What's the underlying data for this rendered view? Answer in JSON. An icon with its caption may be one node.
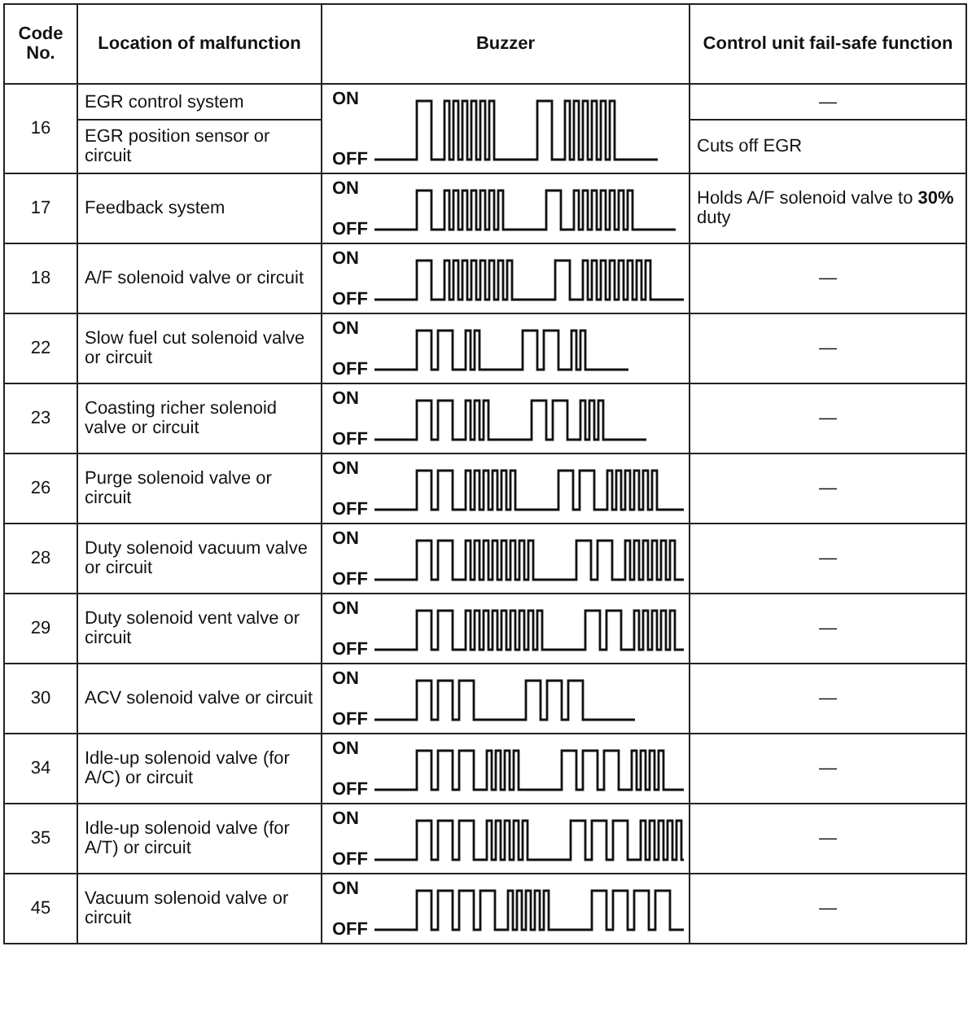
{
  "diagram": {
    "labels": [
      "Code No.",
      "Location of malfunction",
      "Buzzer",
      "Control unit fail-safe function",
      "16",
      "EGR control system",
      "ON",
      "OFF",
      "—",
      "EGR position sensor or circuit",
      "Cuts off EGR",
      "17",
      "Feedback system",
      "ON",
      "OFF",
      "Holds A/F solenoid valve to **30%** duty",
      "18",
      "A/F solenoid valve or circuit",
      "ON",
      "OFF",
      "—",
      "22",
      "Slow fuel cut solenoid valve or circuit",
      "ON",
      "OFF",
      "—",
      "23",
      "Coasting richer solenoid valve or circuit",
      "ON",
      "OFF",
      "—",
      "26",
      "Purge solenoid valve or circuit",
      "ON",
      "OFF",
      "—",
      "28",
      "Duty solenoid vacuum valve or circuit",
      "ON",
      "OFF",
      "—",
      "29",
      "Duty solenoid vent valve or circuit",
      "ON",
      "OFF",
      "—",
      "30",
      "ACV solenoid valve or circuit",
      "ON",
      "OFF",
      "—",
      "34",
      "Idle-up solenoid valve (for A/C) or circuit",
      "ON",
      "OFF",
      "—",
      "35",
      "Idle-up solenoid valve (for A/T) or circuit",
      "ON",
      "OFF",
      "—",
      "45",
      "Vacuum solenoid valve or circuit",
      "ON",
      "OFF",
      "—"
    ]
  }
}
